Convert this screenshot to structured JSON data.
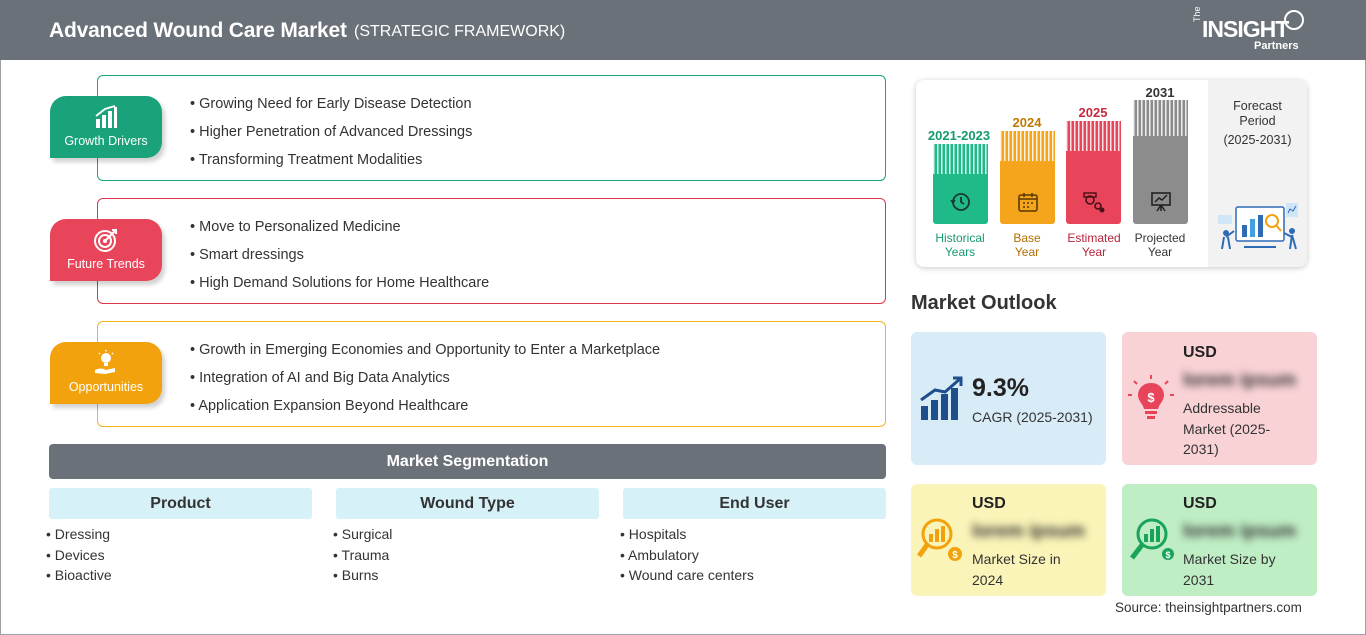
{
  "header": {
    "title": "Advanced Wound Care Market",
    "subtitle": "(STRATEGIC FRAMEWORK)",
    "logo": {
      "the": "The",
      "insight": "INSIGHT",
      "partners": "Partners"
    }
  },
  "colors": {
    "header_bg": "#6b7178",
    "growth": "#1aa37a",
    "trends": "#e8455a",
    "opportunities": "#f2a20c",
    "historical": "#20b98a",
    "base": "#f4a51c",
    "estimated": "#e8455a",
    "projected": "#8c8c8c",
    "seg_head_bg": "#d6f1f7"
  },
  "panels": [
    {
      "label": "Growth Drivers",
      "icon": "bar-growth-icon",
      "items": [
        "Growing Need for Early Disease Detection",
        "Higher Penetration of Advanced Dressings",
        "Transforming Treatment Modalities"
      ]
    },
    {
      "label": "Future Trends",
      "icon": "target-icon",
      "items": [
        "Move to Personalized Medicine",
        "Smart dressings",
        "High Demand Solutions for Home Healthcare"
      ]
    },
    {
      "label": "Opportunities",
      "icon": "idea-hand-icon",
      "items": [
        "Growth in Emerging Economies and Opportunity to Enter a Marketplace",
        "Integration of AI and Big Data Analytics",
        "Application Expansion Beyond Healthcare"
      ]
    }
  ],
  "segmentation": {
    "title": "Market Segmentation",
    "columns": [
      {
        "head": "Product",
        "items": [
          "Dressing",
          "Devices",
          "Bioactive"
        ]
      },
      {
        "head": "Wound Type",
        "items": [
          "Surgical",
          "Trauma",
          "Burns"
        ]
      },
      {
        "head": "End User",
        "items": [
          "Hospitals",
          "Ambulatory",
          "Wound care centers"
        ]
      }
    ]
  },
  "timeline": {
    "periods": [
      {
        "year": "2021-2023",
        "caption": [
          "Historical",
          "Years"
        ],
        "icon": "history-icon"
      },
      {
        "year": "2024",
        "caption": [
          "Base",
          "Year"
        ],
        "icon": "calendar-icon"
      },
      {
        "year": "2025",
        "caption": [
          "Estimated",
          "Year"
        ],
        "icon": "gears-icon"
      },
      {
        "year": "2031",
        "caption": [
          "Projected",
          "Year"
        ],
        "icon": "presentation-icon"
      }
    ],
    "forecast": {
      "label": "Forecast Period",
      "range": "(2025-2031)"
    }
  },
  "outlook": {
    "title": "Market Outlook",
    "cagr": {
      "value": "9.3%",
      "label": "CAGR (2025-2031)"
    },
    "addressable": {
      "usd": "USD",
      "value": "lorem ipsum",
      "label": "Addressable Market (2025-2031)"
    },
    "size2024": {
      "usd": "USD",
      "value": "lorem ipsum",
      "label": "Market Size in 2024"
    },
    "size2031": {
      "usd": "USD",
      "value": "lorem ipsum",
      "label": "Market Size by 2031"
    }
  },
  "source": "Source: theinsightpartners.com"
}
